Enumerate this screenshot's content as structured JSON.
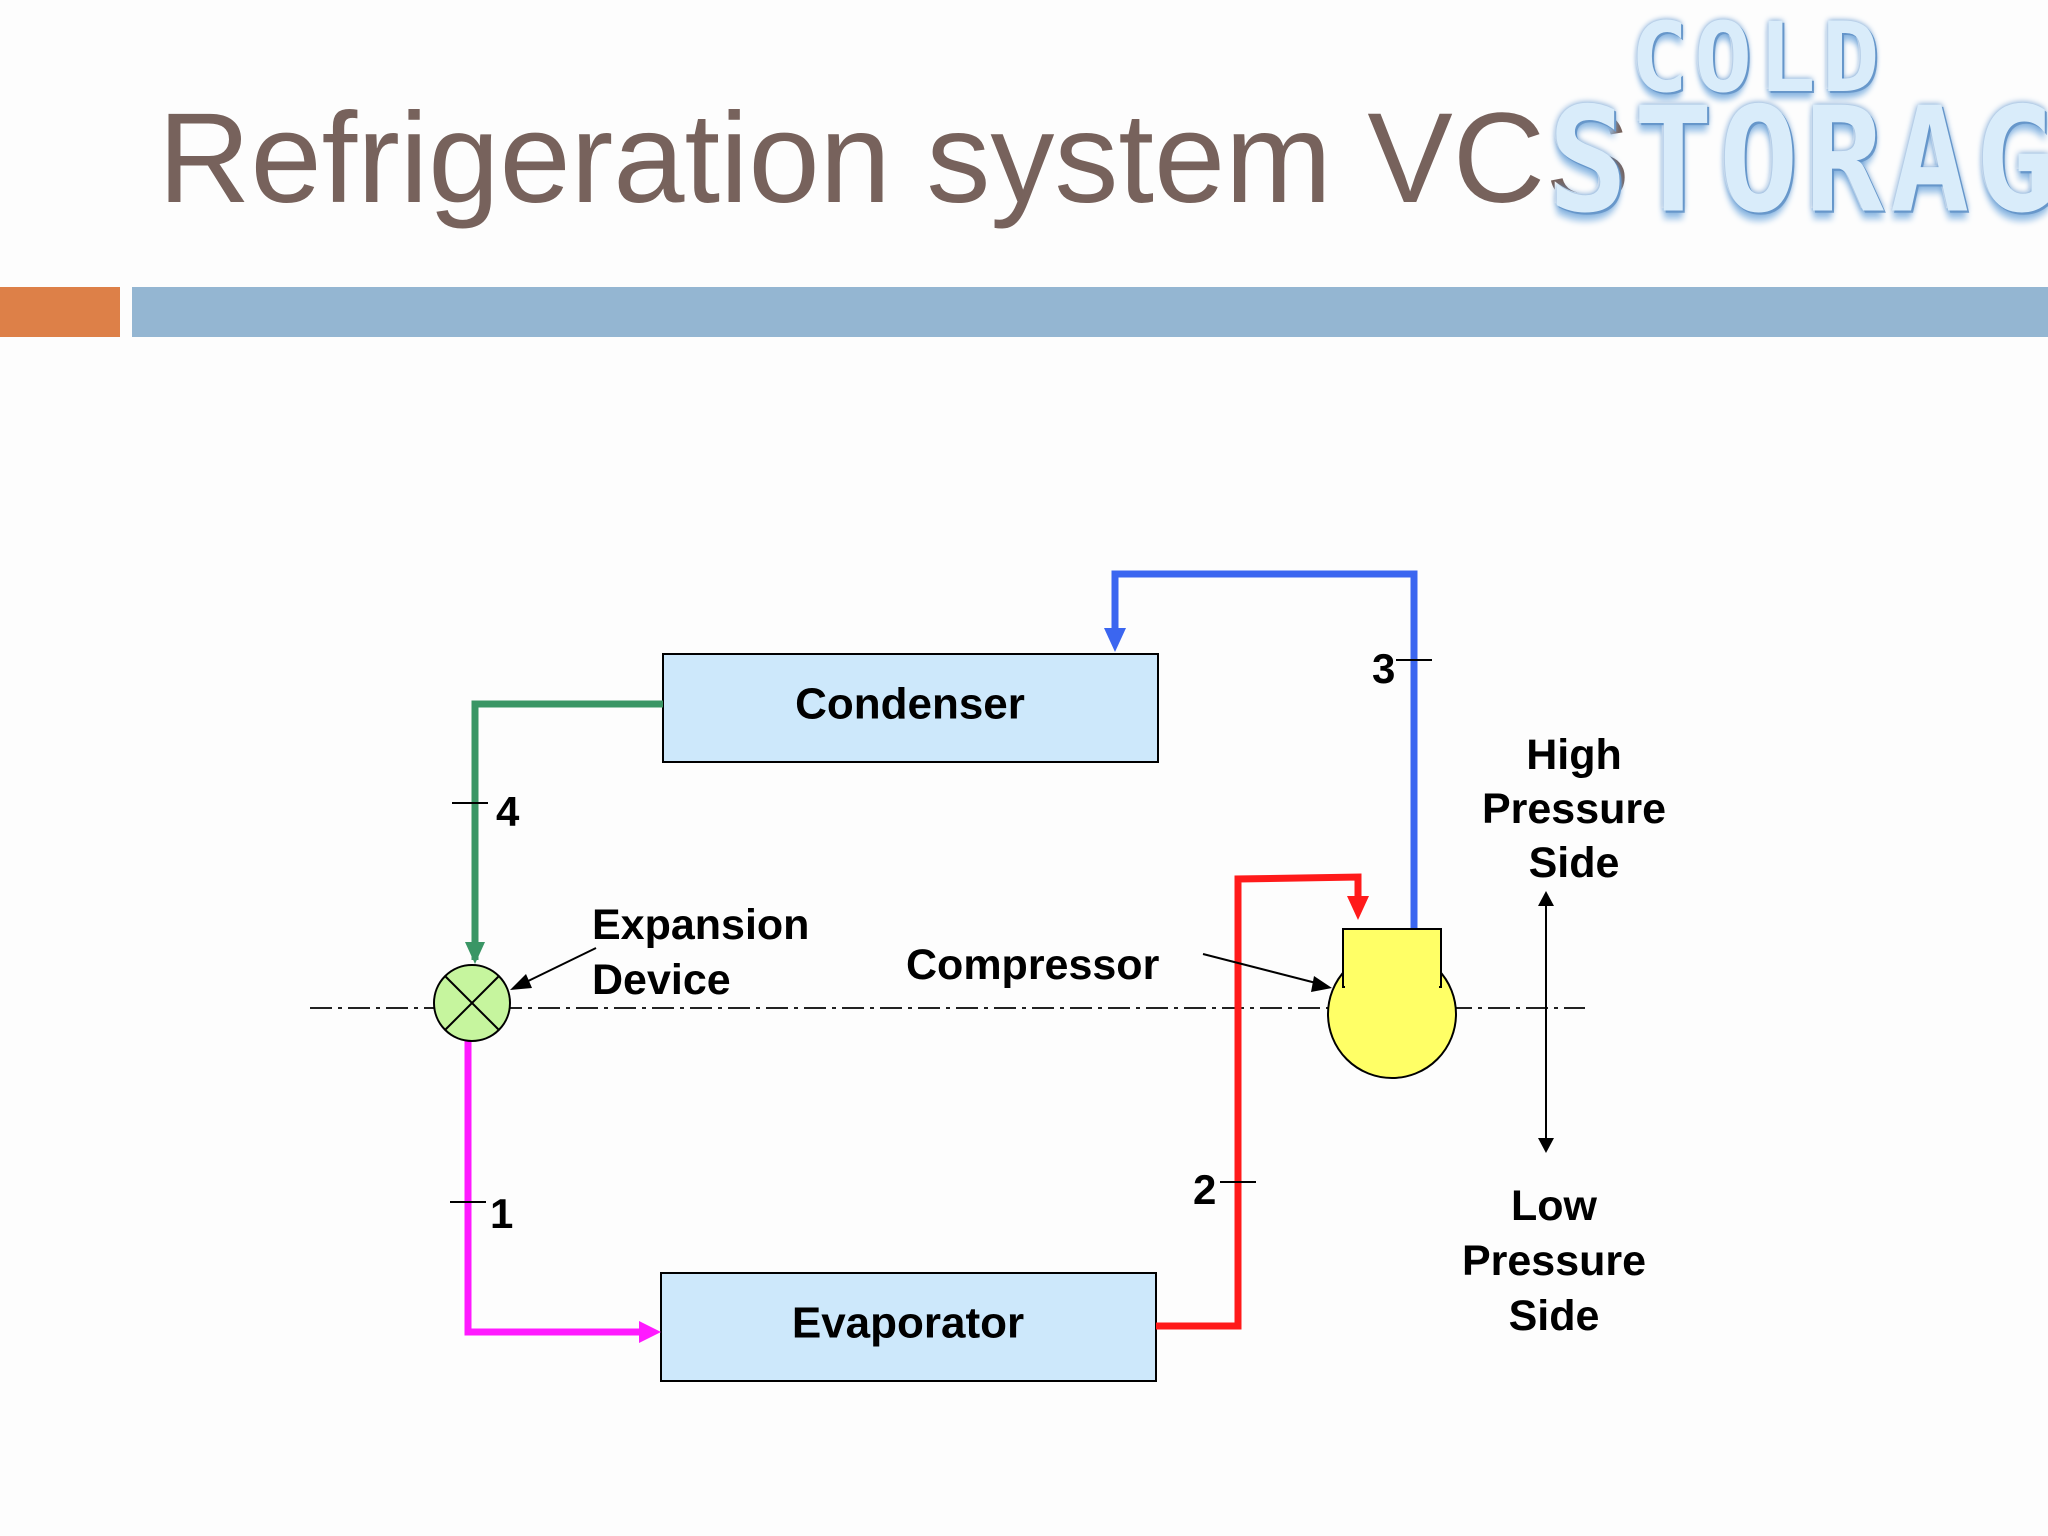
{
  "slide": {
    "title": "Refrigeration system VCS"
  },
  "logo": {
    "line1": "COLD",
    "line2": "STORAGE"
  },
  "diagram": {
    "components": {
      "condenser": "Condenser",
      "evaporator": "Evaporator",
      "compressor": "Compressor",
      "expansion_device_line1": "Expansion",
      "expansion_device_line2": "Device"
    },
    "state_points": [
      "1",
      "2",
      "3",
      "4"
    ],
    "sides": {
      "high": [
        "High",
        "Pressure",
        "Side"
      ],
      "low": [
        "Low",
        "Pressure",
        "Side"
      ]
    },
    "colors": {
      "line_4_to_expansion": "#3a9665",
      "line_1_to_evaporator": "#ff1aff",
      "line_2_to_compressor": "#ff1a1a",
      "line_3_to_condenser": "#3b66f0",
      "box_fill": "#cde8fb",
      "compressor_fill": "#ffff66",
      "expansion_fill": "#c6f59e"
    }
  }
}
